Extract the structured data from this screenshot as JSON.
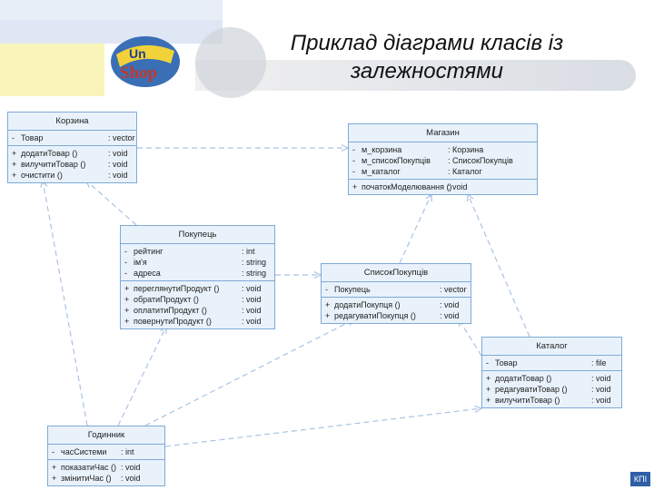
{
  "title": {
    "line1": "Приклад діаграми класів із",
    "line2": "залежностями"
  },
  "logo": {
    "text": "Shop",
    "letters": "Un"
  },
  "footer_badge": "КПІ",
  "colors": {
    "class_fill": "#e9f2fb",
    "class_border": "#7fa9d6",
    "arrow": "#a9c3e6"
  },
  "classes": [
    {
      "id": "korzyna",
      "name": "Корзина",
      "attributes": [
        {
          "vis": "-",
          "name": "Товар",
          "type": ": vector"
        }
      ],
      "operations": [
        {
          "vis": "+",
          "name": "додатиТовар ()",
          "type": ": void"
        },
        {
          "vis": "+",
          "name": "вилучитиТовар ()",
          "type": ": void"
        },
        {
          "vis": "+",
          "name": "очистити ()",
          "type": ": void"
        }
      ]
    },
    {
      "id": "mahazyn",
      "name": "Магазин",
      "attributes": [
        {
          "vis": "-",
          "name": "м_корзина",
          "type": ": Корзина"
        },
        {
          "vis": "-",
          "name": "м_списокПокупців",
          "type": ": СписокПокупців"
        },
        {
          "vis": "-",
          "name": "м_каталог",
          "type": ": Каталог"
        }
      ],
      "operations": [
        {
          "vis": "+",
          "name": "початокМоделювання ()",
          "type": ": void"
        }
      ]
    },
    {
      "id": "pokupets",
      "name": "Покупець",
      "attributes": [
        {
          "vis": "-",
          "name": "рейтинг",
          "type": ": int"
        },
        {
          "vis": "-",
          "name": "ім'я",
          "type": ": string"
        },
        {
          "vis": "-",
          "name": "адреса",
          "type": ": string"
        }
      ],
      "operations": [
        {
          "vis": "+",
          "name": "переглянутиПродукт ()",
          "type": ": void"
        },
        {
          "vis": "+",
          "name": "обратиПродукт ()",
          "type": ": void"
        },
        {
          "vis": "+",
          "name": "оплатитиПродукт ()",
          "type": ": void"
        },
        {
          "vis": "+",
          "name": "повернутиПродукт ()",
          "type": ": void"
        }
      ]
    },
    {
      "id": "spysok",
      "name": "СписокПокупців",
      "attributes": [
        {
          "vis": "-",
          "name": "Покупець",
          "type": ": vector"
        }
      ],
      "operations": [
        {
          "vis": "+",
          "name": "додатиПокупця ()",
          "type": ": void"
        },
        {
          "vis": "+",
          "name": "редагуватиПокупця ()",
          "type": ": void"
        }
      ]
    },
    {
      "id": "kataloh",
      "name": "Каталог",
      "attributes": [
        {
          "vis": "-",
          "name": "Товар",
          "type": ": file"
        }
      ],
      "operations": [
        {
          "vis": "+",
          "name": "додатиТовар ()",
          "type": ": void"
        },
        {
          "vis": "+",
          "name": "редагуватиТовар ()",
          "type": ": void"
        },
        {
          "vis": "+",
          "name": "вилучитиТовар ()",
          "type": ": void"
        }
      ]
    },
    {
      "id": "hodynnyk",
      "name": "Годинник",
      "attributes": [
        {
          "vis": "-",
          "name": "часСистеми",
          "type": ": int"
        }
      ],
      "operations": [
        {
          "vis": "+",
          "name": "показатиЧас ()",
          "type": ": void"
        },
        {
          "vis": "+",
          "name": "змінитиЧас ()",
          "type": ": void"
        }
      ]
    }
  ],
  "dependencies": [
    {
      "from": "korzyna",
      "to": "mahazyn"
    },
    {
      "from": "pokupets",
      "to": "korzyna"
    },
    {
      "from": "pokupets",
      "to": "spysok"
    },
    {
      "from": "spysok",
      "to": "mahazyn"
    },
    {
      "from": "kataloh",
      "to": "mahazyn"
    },
    {
      "from": "kataloh",
      "to": "spysok"
    },
    {
      "from": "hodynnyk",
      "to": "korzyna"
    },
    {
      "from": "hodynnyk",
      "to": "pokupets"
    },
    {
      "from": "hodynnyk",
      "to": "spysok"
    },
    {
      "from": "hodynnyk",
      "to": "kataloh"
    }
  ]
}
